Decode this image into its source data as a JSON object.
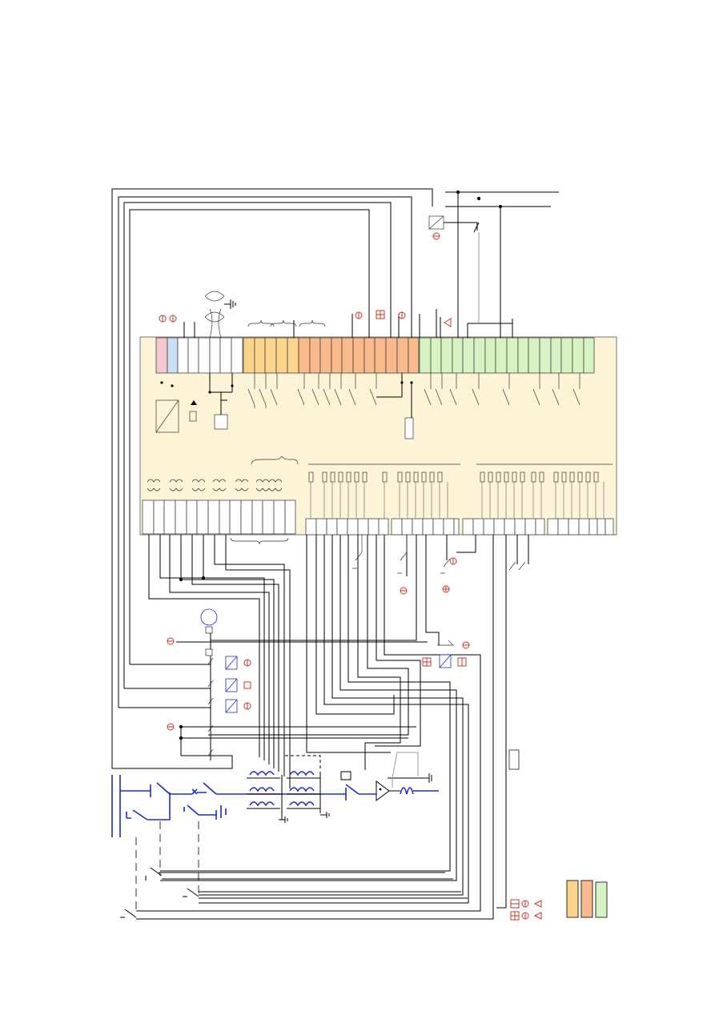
{
  "diagram": {
    "colors": {
      "background": "#ffffff",
      "terminal_panel": "#fdf3d6",
      "pink": "#f6c6cf",
      "light_blue": "#c9def4",
      "yellow": "#fbd38a",
      "orange": "#f9b98a",
      "light_green": "#d7f3c4",
      "wire": "#000000",
      "primary_circuit": "#1a2ccc",
      "signal_symbol": "#c0392b"
    },
    "legend_swatches": [
      "yellow",
      "orange",
      "light_green"
    ],
    "icons": [
      "ground-icon",
      "coil-icon",
      "switch-icon",
      "relay-icon",
      "power-supply-icon",
      "current-transformer-icon",
      "circuit-breaker-icon",
      "amplifier-icon"
    ]
  }
}
